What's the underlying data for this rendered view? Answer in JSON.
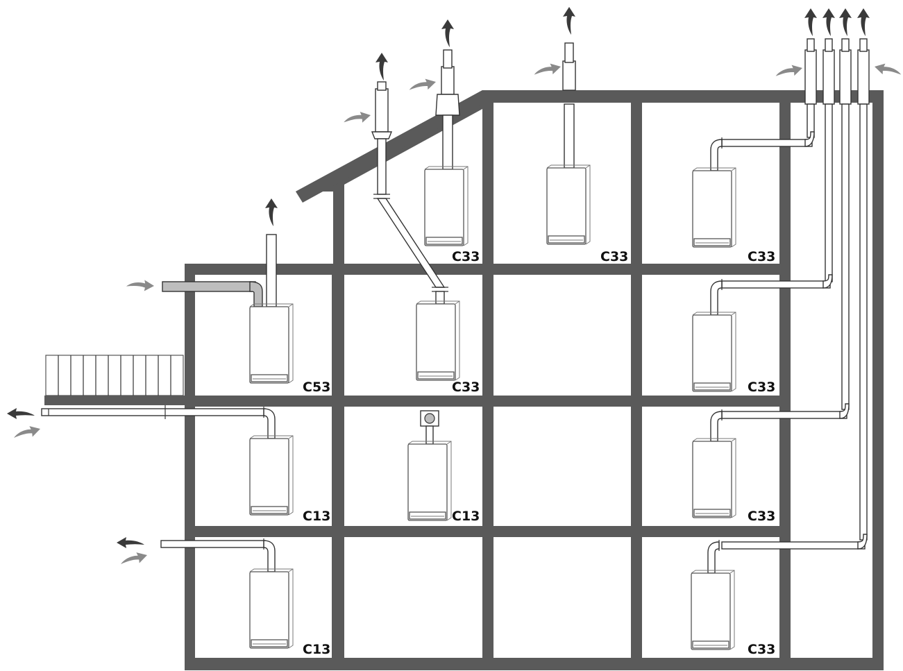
{
  "diagram": {
    "colors": {
      "wall": "#5a5a5a",
      "exhaust_arrow": "#3a3a3a",
      "intake_arrow": "#8a8a8a",
      "label": "#111111"
    },
    "boiler_labels": [
      {
        "id": "c33-roof-left",
        "text": "C33"
      },
      {
        "id": "c33-roof-mid",
        "text": "C33"
      },
      {
        "id": "c33-roof-right",
        "text": "C33"
      },
      {
        "id": "c53-upper-left",
        "text": "C53"
      },
      {
        "id": "c33-upper-mid",
        "text": "C33"
      },
      {
        "id": "c33-upper-right",
        "text": "C33"
      },
      {
        "id": "c13-middle-left",
        "text": "C13"
      },
      {
        "id": "c13-middle-mid",
        "text": "C13"
      },
      {
        "id": "c33-middle-right",
        "text": "C33"
      },
      {
        "id": "c13-lower-left",
        "text": "C13"
      },
      {
        "id": "c33-lower-right",
        "text": "C33"
      }
    ],
    "icons": {
      "exhaust": "exhaust-arrow-icon",
      "intake": "intake-arrow-icon",
      "boiler": "boiler-icon"
    }
  }
}
